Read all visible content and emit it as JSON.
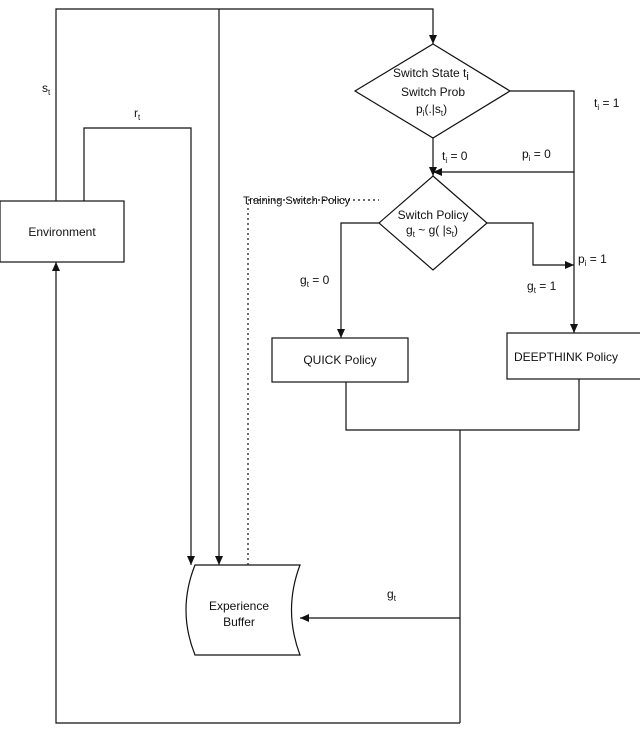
{
  "nodes": {
    "environment": "Environment",
    "switch_state": {
      "line1": "Switch State t",
      "sub": "i",
      "line2": "Switch Prob",
      "line3": "p",
      "line3_rest": "(.|s",
      "line3_end": ")"
    },
    "switch_policy": {
      "line1": "Switch Policy",
      "line2": "g",
      "line2_rest": " ~ g( |s",
      "line2_end": ")"
    },
    "quick_policy": "QUICK Policy",
    "deepthink_policy": "DEEPTHINK Policy",
    "experience_buffer": {
      "line1": "Experience",
      "line2": "Buffer"
    }
  },
  "edge_labels": {
    "s_t": "s",
    "r_t": "r",
    "ti_0": "t",
    "ti_0_rest": " = 0",
    "ti_1": "t",
    "ti_1_rest": " = 1",
    "pi_0": "p",
    "pi_0_rest": " = 0",
    "pi_1": "p",
    "pi_1_rest": " = 1",
    "gt_0": "g",
    "gt_0_rest": " = 0",
    "gt_1": "g",
    "gt_1_rest": " = 1",
    "g_t": "g",
    "training": "Training Switch Policy"
  },
  "subscripts": {
    "t": "t",
    "i": "i"
  }
}
